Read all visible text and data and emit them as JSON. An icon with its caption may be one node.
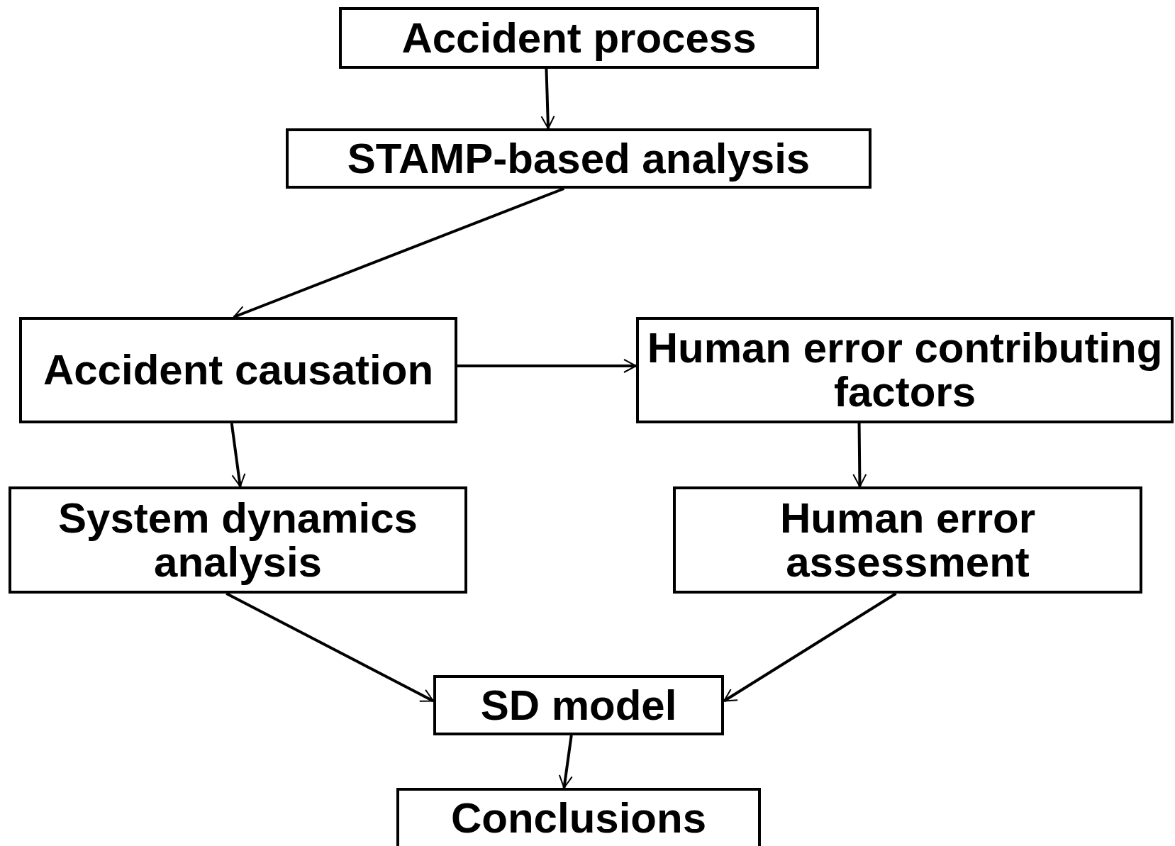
{
  "diagram": {
    "nodes": [
      {
        "text": [
          "Accident process"
        ]
      },
      {
        "text": [
          "STAMP-based analysis"
        ]
      },
      {
        "text": [
          "Accident causation"
        ]
      },
      {
        "text": [
          "Human error contributing factors"
        ]
      },
      {
        "text": [
          "System dynamics analysis"
        ]
      },
      {
        "text": [
          "Human error assessment"
        ]
      },
      {
        "text": [
          "SD model"
        ]
      },
      {
        "text": [
          "Conclusions"
        ]
      }
    ],
    "edges": [
      {
        "from": 0,
        "to": 1,
        "arrow": "to"
      },
      {
        "from": 1,
        "to": 2,
        "arrow": "to"
      },
      {
        "from": 2,
        "to": 3,
        "arrow": "to"
      },
      {
        "from": 2,
        "to": 4,
        "arrow": "to"
      },
      {
        "from": 3,
        "to": 5,
        "arrow": "to"
      },
      {
        "from": 4,
        "to": 6,
        "arrow": "to"
      },
      {
        "from": 5,
        "to": 6,
        "arrow": "to"
      },
      {
        "from": 6,
        "to": 7,
        "arrow": "to"
      }
    ]
  }
}
